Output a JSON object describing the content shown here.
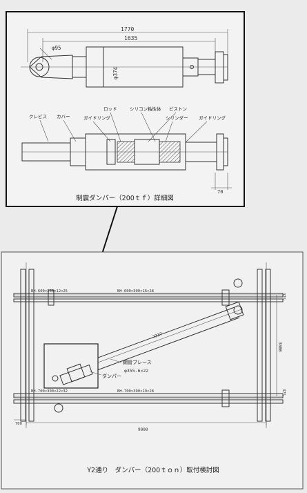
{
  "detail": {
    "dim_total": "1770",
    "dim_body": "1635",
    "dim_clevis_dia": "φ95",
    "dim_cyl_dia": "φ374",
    "dim_end": "70",
    "labels": {
      "clevis": "クレビス",
      "cover": "カバー",
      "guide_ring_left": "ガイドリング",
      "rod": "ロッド",
      "silicone": "シリコン粘性体",
      "piston": "ピストン",
      "cylinder": "シリンダー",
      "guide_ring_right": "ガイドリング"
    },
    "caption": "制震ダンパー（200ｔｆ）詳細図"
  },
  "frame": {
    "beam_top_label": "BH-600×300×12×25",
    "beam_top_label_right": "BH-600×300×16×28",
    "beam_bottom_label": "BH-700×300×22×32",
    "beam_bottom_label_right": "BH-700×300×19×28",
    "brace_length": "7337",
    "brace_label": "鋼管ブレース",
    "brace_size": "φ355.6×22",
    "damper_label": "ダンパー",
    "dim_span": "9000",
    "dim_height": "3800",
    "dim_right_top": "375",
    "dim_right_bottom": "375",
    "dim_left_bottom": "700",
    "caption": "Y2通り　ダンパー（200ｔｏｎ）取付検討図"
  }
}
